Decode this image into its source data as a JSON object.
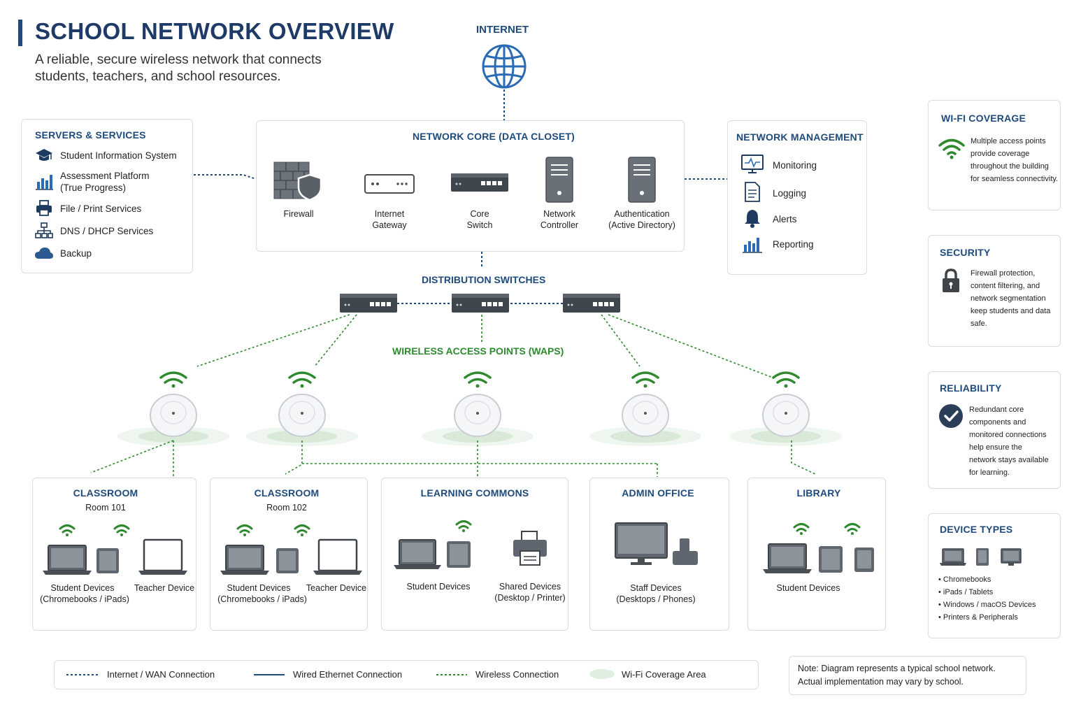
{
  "header": {
    "title": "SCHOOL NETWORK OVERVIEW",
    "subtitle_line1": "A reliable, secure wireless network that connects",
    "subtitle_line2": "students, teachers, and school resources."
  },
  "internet": {
    "label": "INTERNET",
    "icon": "globe-icon"
  },
  "servers": {
    "title": "SERVERS & SERVICES",
    "items": [
      {
        "icon": "graduation-cap-icon",
        "label": "Student Information System"
      },
      {
        "icon": "bar-chart-icon",
        "label": "Assessment Platform",
        "label2": "(True Progress)"
      },
      {
        "icon": "printer-icon",
        "label": "File / Print Services"
      },
      {
        "icon": "network-tree-icon",
        "label": "DNS / DHCP Services"
      },
      {
        "icon": "cloud-icon",
        "label": "Backup"
      }
    ]
  },
  "core": {
    "title": "NETWORK CORE (DATA CLOSET)",
    "devices": [
      {
        "icon": "firewall-icon",
        "line1": "Firewall",
        "line2": ""
      },
      {
        "icon": "gateway-icon",
        "line1": "Internet",
        "line2": "Gateway"
      },
      {
        "icon": "switch-icon",
        "line1": "Core",
        "line2": "Switch"
      },
      {
        "icon": "server-tower-icon",
        "line1": "Network",
        "line2": "Controller"
      },
      {
        "icon": "server-tower-icon",
        "line1": "Authentication",
        "line2": "(Active Directory)"
      }
    ]
  },
  "management": {
    "title": "NETWORK MANAGEMENT",
    "items": [
      {
        "icon": "monitor-pulse-icon",
        "label": "Monitoring"
      },
      {
        "icon": "document-icon",
        "label": "Logging"
      },
      {
        "icon": "bell-icon",
        "label": "Alerts"
      },
      {
        "icon": "bar-chart-icon",
        "label": "Reporting"
      }
    ]
  },
  "distribution": {
    "label": "DISTRIBUTION SWITCHES"
  },
  "waps": {
    "label": "WIRELESS ACCESS POINTS (WAPS)"
  },
  "rooms": [
    {
      "title": "CLASSROOM",
      "subtitle": "Room 101",
      "groups": [
        {
          "line1": "Student Devices",
          "line2": "(Chromebooks / iPads)"
        },
        {
          "line1": "Teacher Device",
          "line2": ""
        }
      ]
    },
    {
      "title": "CLASSROOM",
      "subtitle": "Room 102",
      "groups": [
        {
          "line1": "Student Devices",
          "line2": "(Chromebooks / iPads)"
        },
        {
          "line1": "Teacher Device",
          "line2": ""
        }
      ]
    },
    {
      "title": "LEARNING COMMONS",
      "subtitle": "",
      "groups": [
        {
          "line1": "Student Devices",
          "line2": ""
        },
        {
          "line1": "Shared Devices",
          "line2": "(Desktop / Printer)"
        }
      ]
    },
    {
      "title": "ADMIN OFFICE",
      "subtitle": "",
      "groups": [
        {
          "line1": "Staff Devices",
          "line2": "(Desktops / Phones)"
        }
      ]
    },
    {
      "title": "LIBRARY",
      "subtitle": "",
      "groups": [
        {
          "line1": "Student Devices",
          "line2": ""
        }
      ]
    }
  ],
  "sidebar": [
    {
      "title": "WI-FI COVERAGE",
      "icon": "wifi-icon",
      "lines": [
        "Multiple access points",
        "provide coverage",
        "throughout the building",
        "for seamless connectivity."
      ]
    },
    {
      "title": "SECURITY",
      "icon": "lock-icon",
      "lines": [
        "Firewall protection,",
        "content filtering, and",
        "network segmentation",
        "keep students and data",
        "safe."
      ]
    },
    {
      "title": "RELIABILITY",
      "icon": "check-circle-icon",
      "lines": [
        "Redundant core",
        "components and",
        "monitored connections",
        "help ensure the",
        "network stays available",
        "for learning."
      ]
    },
    {
      "title": "DEVICE TYPES",
      "icon": "devices-icon",
      "lines": [
        "• Chromebooks",
        "• iPads / Tablets",
        "• Windows / macOS Devices",
        "• Printers & Peripherals"
      ]
    }
  ],
  "legend": {
    "items": [
      {
        "style": "navy-dotted",
        "label": "Internet / WAN Connection"
      },
      {
        "style": "navy-solid",
        "label": "Wired Ethernet Connection"
      },
      {
        "style": "green-dotted",
        "label": "Wireless Connection"
      },
      {
        "style": "green-ellipse",
        "label": "Wi-Fi Coverage Area"
      }
    ]
  },
  "note": {
    "line1": "Note: Diagram represents a typical school network.",
    "line2": "Actual implementation may vary by school."
  },
  "colors": {
    "navy": "#1e4a7c",
    "green": "#2f8a2f",
    "device": "#5f6670",
    "border": "#d8dde3"
  }
}
